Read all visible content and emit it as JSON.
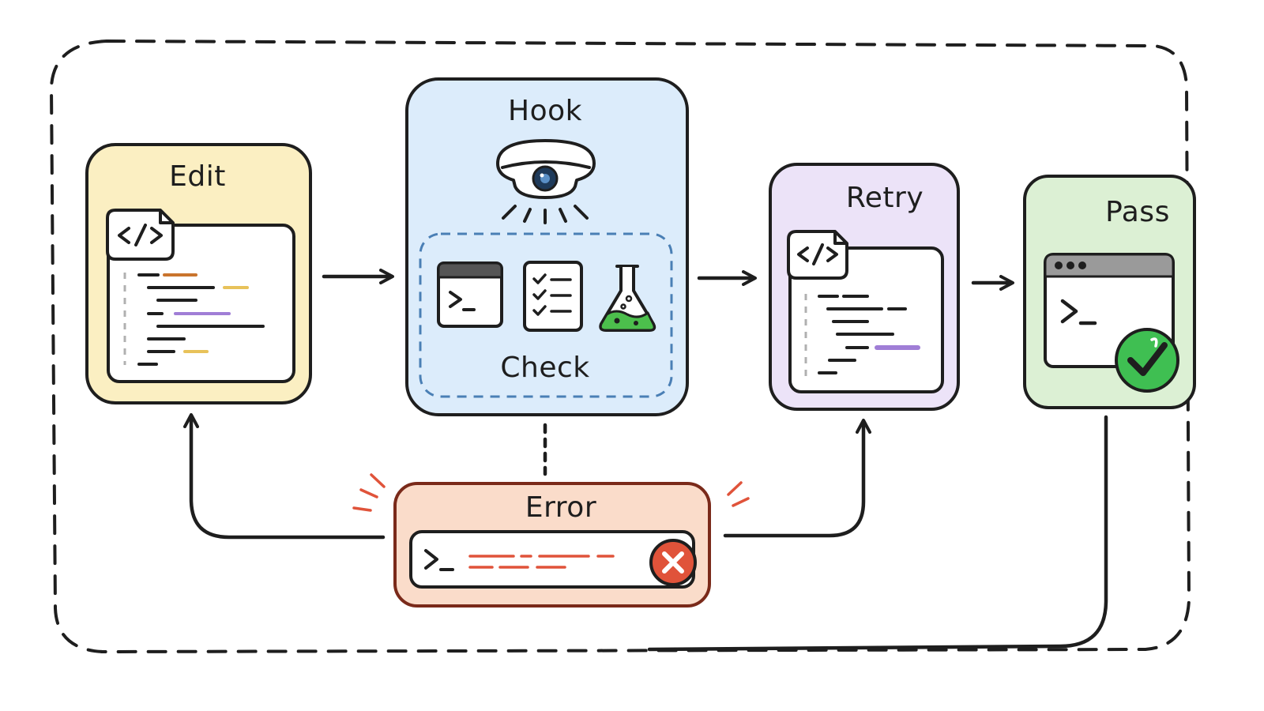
{
  "diagram": {
    "nodes": {
      "edit": {
        "label": "Edit",
        "color": "#fbefc2"
      },
      "hook": {
        "label": "Hook",
        "color": "#dcecfb"
      },
      "check": {
        "label": "Check",
        "color": "#dcecfb"
      },
      "retry": {
        "label": "Retry",
        "color": "#ece3f8"
      },
      "pass": {
        "label": "Pass",
        "color": "#dcf0d4"
      },
      "error": {
        "label": "Error",
        "color": "#fadcca"
      }
    },
    "edges": [
      {
        "from": "Edit",
        "to": "Hook"
      },
      {
        "from": "Hook",
        "to": "Retry"
      },
      {
        "from": "Retry",
        "to": "Pass"
      },
      {
        "from": "Hook",
        "to": "Error"
      },
      {
        "from": "Error",
        "to": "Edit"
      },
      {
        "from": "Error",
        "to": "Retry"
      }
    ],
    "icons": [
      "code-file-icon",
      "camera-eye-icon",
      "terminal-icon",
      "checklist-icon",
      "flask-icon",
      "check-circle-icon",
      "x-circle-icon"
    ],
    "colors": {
      "stroke": "#1e1e1e",
      "error_red": "#e0533a",
      "success_green": "#3fbf52",
      "dash_blue": "#4a7fb5",
      "purple": "#a07ed6",
      "orange": "#d98a3a",
      "yellow": "#e8c25a"
    }
  }
}
